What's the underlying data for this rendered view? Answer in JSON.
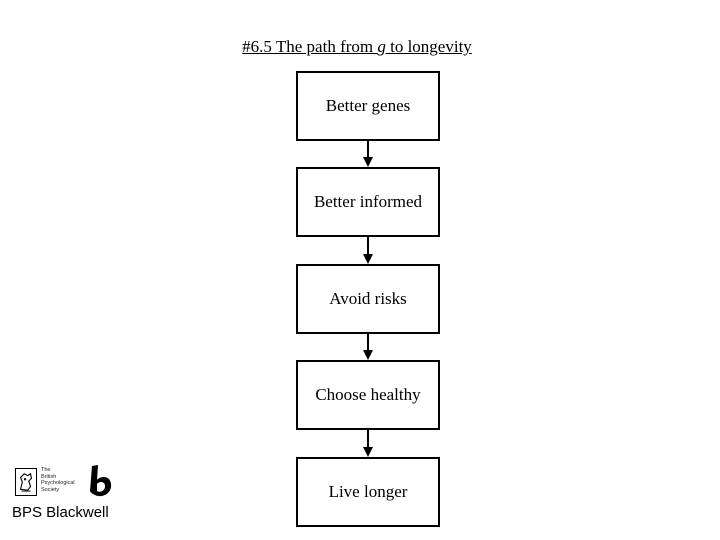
{
  "title": {
    "prefix": "#6.5  The path from ",
    "variable": "g",
    "suffix": " to longevity"
  },
  "steps": [
    "Better genes",
    "Better informed",
    "Avoid risks",
    "Choose healthy",
    "Live longer"
  ],
  "logo": {
    "society_lines": [
      "The",
      "British",
      "Psychological",
      "Society"
    ],
    "wordmark": "BPS Blackwell"
  },
  "colors": {
    "stroke": "#000000",
    "background": "#ffffff"
  },
  "icons": {
    "arrow": "arrow-down-icon",
    "crest": "crest-icon",
    "blackwell": "blackwell-b-icon"
  }
}
